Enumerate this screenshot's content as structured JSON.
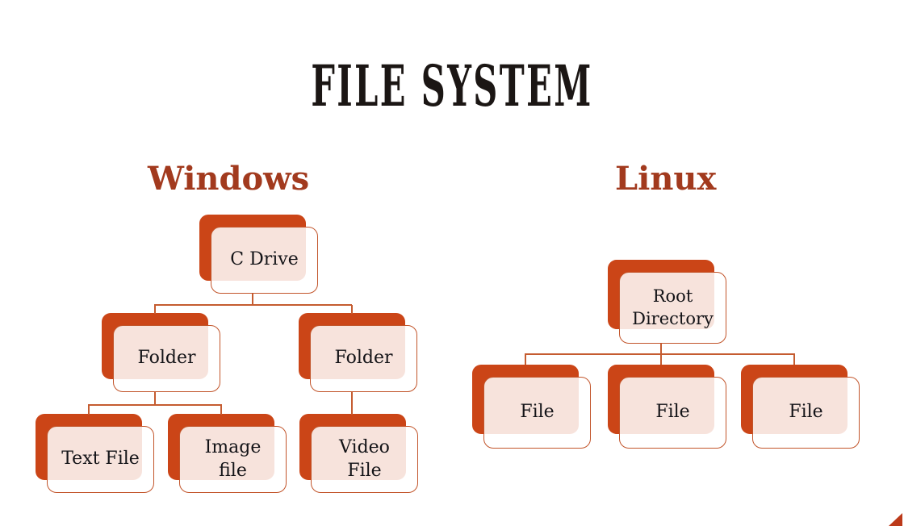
{
  "page": {
    "title": "FILE SYSTEM"
  },
  "windows": {
    "heading": "Windows",
    "nodes": {
      "c_drive": "C Drive",
      "folder_left": "Folder",
      "folder_right": "Folder",
      "text_file": "Text File",
      "image_file": "Image file",
      "video_file": "Video File"
    }
  },
  "linux": {
    "heading": "Linux",
    "nodes": {
      "root": "Root Directory",
      "file_1": "File",
      "file_2": "File",
      "file_3": "File"
    }
  },
  "colors": {
    "accent": "#cb4517",
    "heading": "#a23a1e",
    "border": "#c2552b",
    "connector": "#c55c30",
    "title_text": "#1b1614",
    "node_text": "#131317",
    "decoration": "#bc3a1a"
  }
}
